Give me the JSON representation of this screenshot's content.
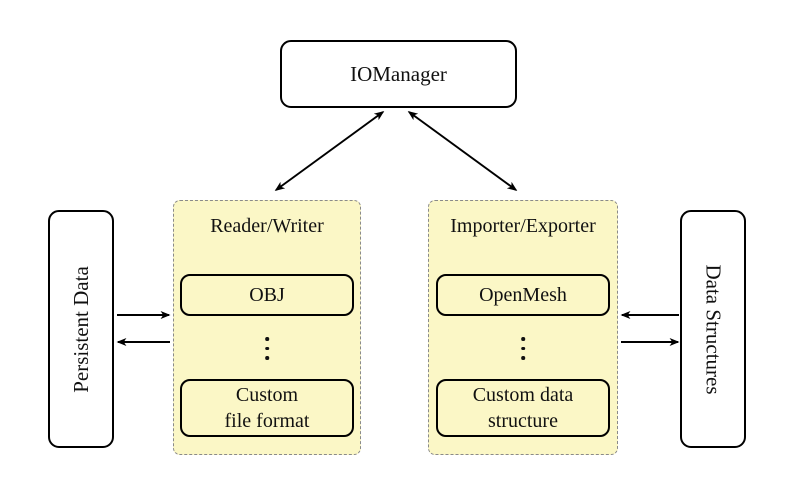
{
  "diagram": {
    "nodes": {
      "iomanager": {
        "label": "IOManager"
      },
      "persistent_data": {
        "label": "Persistent Data"
      },
      "data_structures": {
        "label": "Data Structures"
      },
      "reader_writer": {
        "title": "Reader/Writer",
        "item_top": "OBJ",
        "item_bottom_line1": "Custom",
        "item_bottom_line2": "file format"
      },
      "importer_exporter": {
        "title": "Importer/Exporter",
        "item_top": "OpenMesh",
        "item_bottom_line1": "Custom data",
        "item_bottom_line2": "structure"
      }
    },
    "edges": [
      {
        "from": "IOManager",
        "to": "Reader/Writer",
        "direction": "bidirectional"
      },
      {
        "from": "IOManager",
        "to": "Importer/Exporter",
        "direction": "bidirectional"
      },
      {
        "from": "Persistent Data",
        "to": "Reader/Writer",
        "direction": "forward"
      },
      {
        "from": "Reader/Writer",
        "to": "Persistent Data",
        "direction": "forward"
      },
      {
        "from": "Data Structures",
        "to": "Importer/Exporter",
        "direction": "forward"
      },
      {
        "from": "Importer/Exporter",
        "to": "Data Structures",
        "direction": "forward"
      }
    ],
    "colors": {
      "container_fill": "#FBF7C6",
      "container_border": "#8A8A8A",
      "node_border": "#000000",
      "background": "#FFFFFF"
    }
  }
}
